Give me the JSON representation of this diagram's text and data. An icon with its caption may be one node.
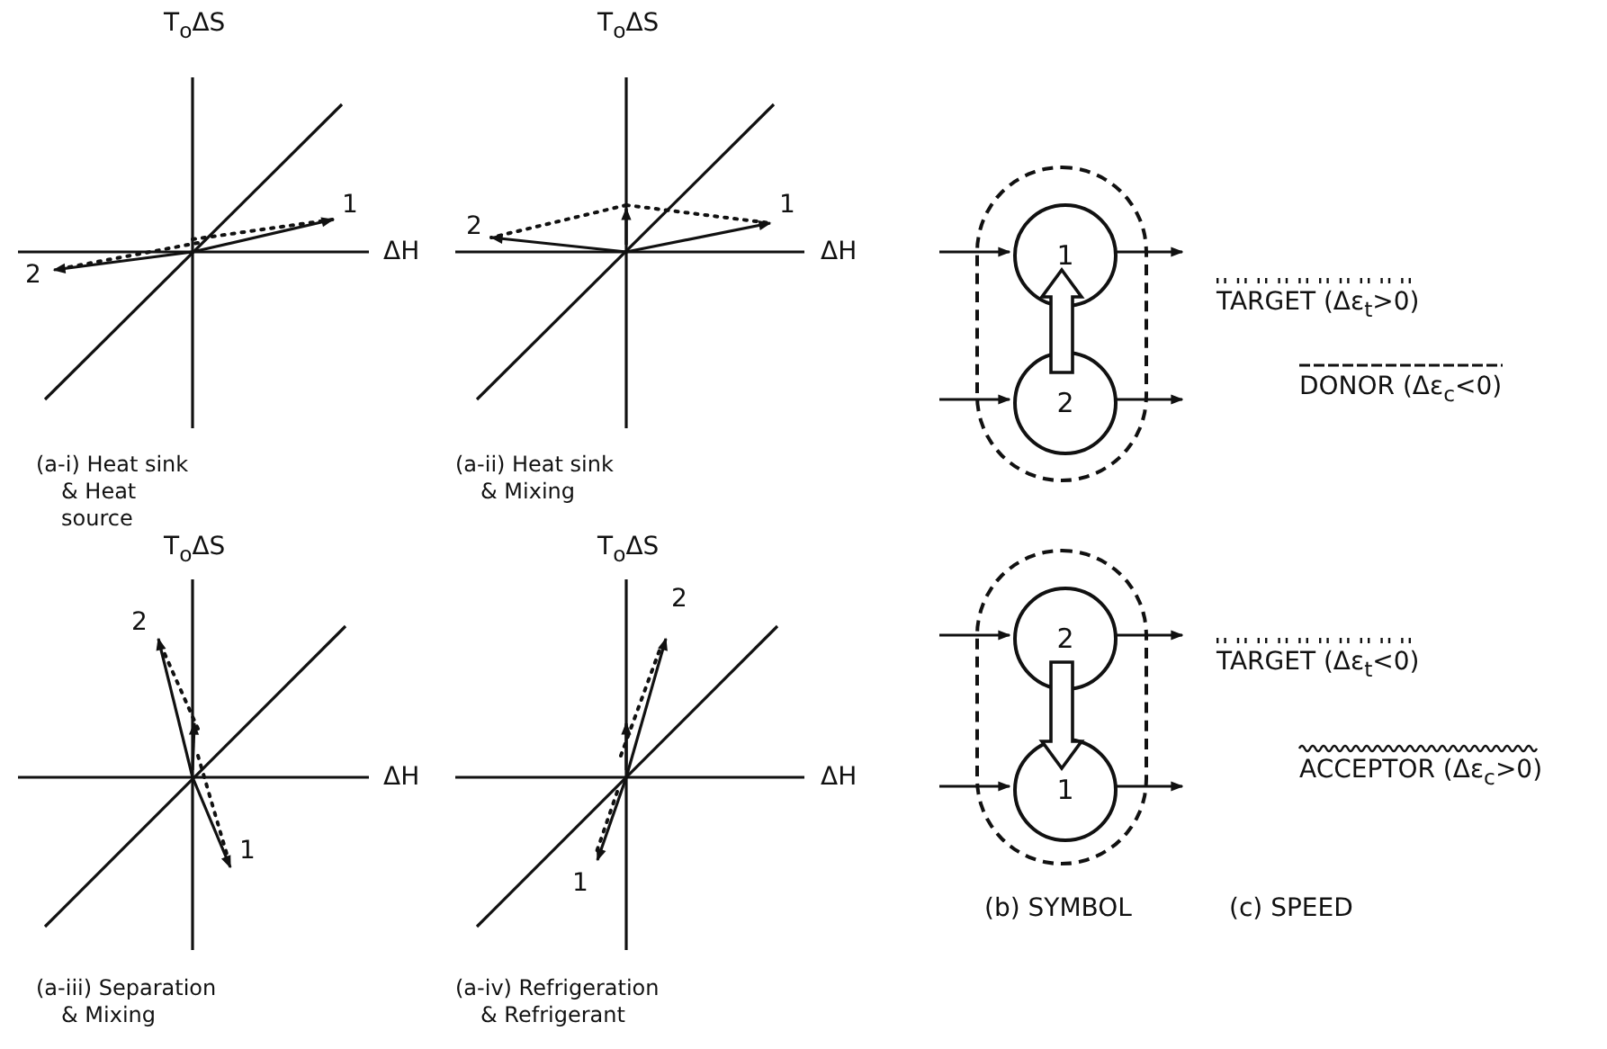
{
  "diagram": {
    "nodes": [
      {
        "text": [],
        "shape": "capsule"
      },
      {
        "text": [
          "1"
        ],
        "in": 0
      },
      {
        "text": [
          "2"
        ],
        "in": 0
      },
      {
        "text": [],
        "shape": "capsule"
      },
      {
        "text": [
          "2"
        ],
        "in": 3
      },
      {
        "text": [
          "1"
        ],
        "in": 3
      }
    ],
    "edges": [
      {
        "from": null,
        "to": 1,
        "arrow": "to"
      },
      {
        "from": 1,
        "to": null,
        "arrow": "to"
      },
      {
        "from": null,
        "to": 2,
        "arrow": "to"
      },
      {
        "from": 2,
        "to": null,
        "arrow": "to"
      },
      {
        "from": 2,
        "to": 1,
        "arrow": "to",
        "style": "thick"
      },
      {
        "from": null,
        "to": 4,
        "arrow": "to"
      },
      {
        "from": 4,
        "to": null,
        "arrow": "to"
      },
      {
        "from": null,
        "to": 5,
        "arrow": "to"
      },
      {
        "from": 5,
        "to": null,
        "arrow": "to"
      },
      {
        "from": 4,
        "to": 5,
        "arrow": "to",
        "style": "thick"
      }
    ],
    "labels": [
      "T$_{o}$ΔS",
      "1",
      "ΔH",
      "2",
      "(a-i) Heat sink & Heat source",
      "T$_{o}$ΔS",
      "2",
      "1",
      "ΔH",
      "(a-ii) Heat sink & Mixing",
      "TARGET (Δε$_{t}$>0)",
      "DONOR (Δε$_{c}$<0)",
      "T$_{o}$ΔS",
      "2",
      "ΔH",
      "1",
      "(a-iii) Separation & Mixing",
      "T$_{o}$ΔS",
      "2",
      "ΔH",
      "1",
      "(a-iv) Refrigeration & Refrigerant",
      "TARGET (Δε$_{t}$<0)",
      "ACCEPTOR (Δε$_{c}$>0)",
      "(b) SYMBOL",
      "(c) SPEED"
    ]
  }
}
